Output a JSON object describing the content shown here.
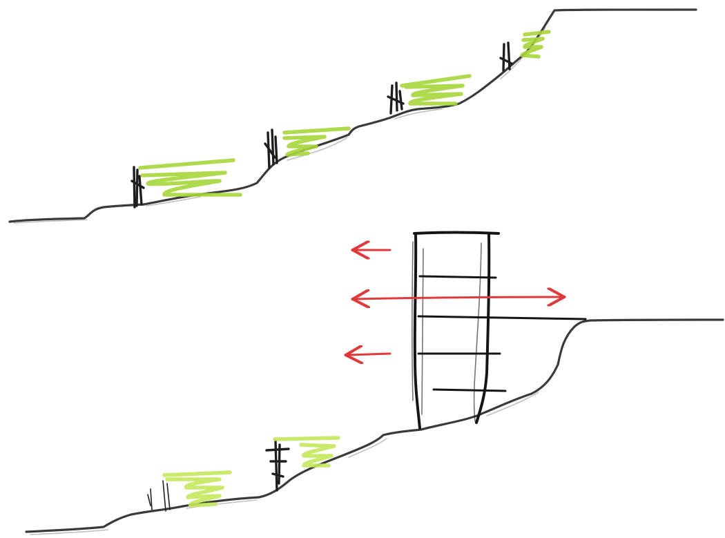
{
  "colors": {
    "background": "#ffffff",
    "ground": "#3a3a3a",
    "ground_soft": "#8a8a8a",
    "stake": "#1e1e1e",
    "grass": "#a6d63a",
    "grass_light": "#c4e85c",
    "wall": "#151515",
    "force_arrow": "#e0393c"
  },
  "upper_scene": {
    "slope": "terraced-slope-with-live-stakes",
    "terraces": [
      {
        "stakes": "yes",
        "planting": "grass"
      },
      {
        "stakes": "yes",
        "planting": "grass"
      },
      {
        "stakes": "yes",
        "planting": "grass"
      },
      {
        "stakes": "yes",
        "planting": "grass"
      }
    ]
  },
  "lower_scene": {
    "slope": "terraced-slope-with-retaining-wall",
    "terraces": [
      {
        "stakes": "yes",
        "planting": "grass"
      },
      {
        "stakes": "yes",
        "planting": "grass"
      }
    ],
    "retaining_wall": {
      "rungs": 4
    },
    "force_arrows": [
      {
        "direction": "left",
        "icon": "arrow-left-icon"
      },
      {
        "direction": "both",
        "icon": "arrow-double-icon"
      },
      {
        "direction": "left",
        "icon": "arrow-left-icon"
      }
    ]
  }
}
